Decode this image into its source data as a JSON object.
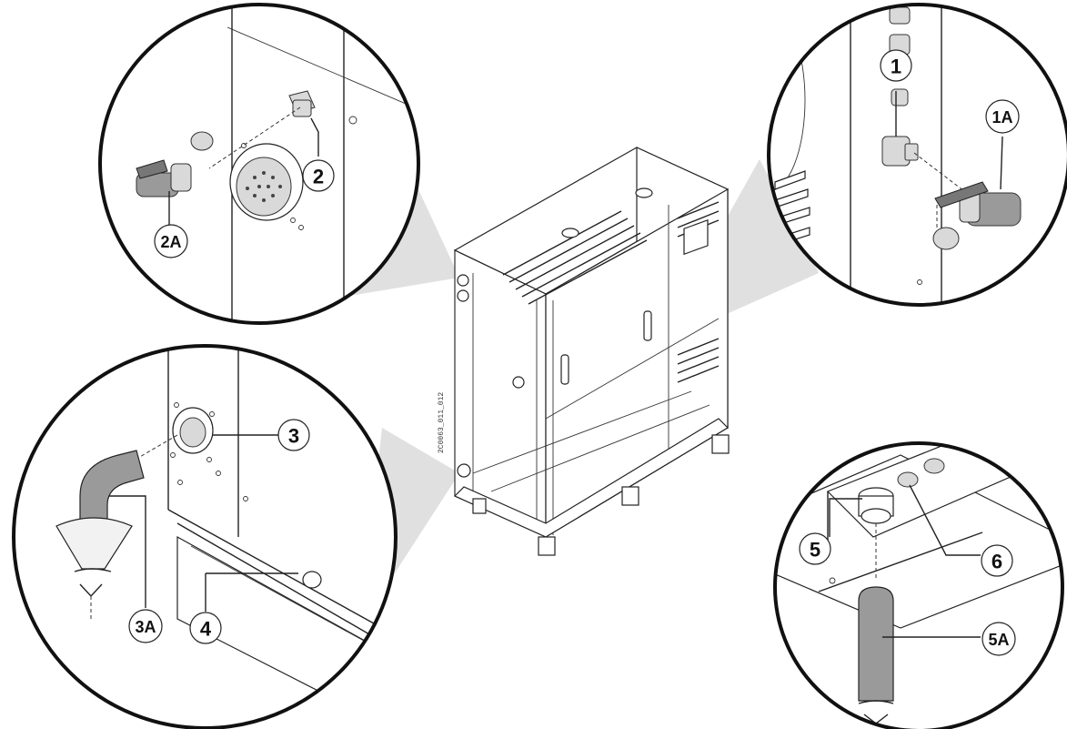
{
  "drawing_code": "2C0063_011_012",
  "callouts": {
    "c1": "1",
    "c1A": "1A",
    "c2": "2",
    "c2A": "2A",
    "c3": "3",
    "c3A": "3A",
    "c4": "4",
    "c5": "5",
    "c5A": "5A",
    "c6": "6"
  }
}
